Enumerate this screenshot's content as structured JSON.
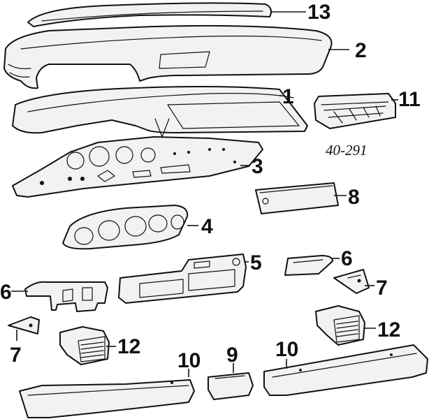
{
  "diagram": {
    "reference_code": "40-291",
    "callouts": [
      {
        "id": "c13",
        "label": "13"
      },
      {
        "id": "c2",
        "label": "2"
      },
      {
        "id": "c1",
        "label": "1"
      },
      {
        "id": "c11",
        "label": "11"
      },
      {
        "id": "c3",
        "label": "3"
      },
      {
        "id": "c8",
        "label": "8"
      },
      {
        "id": "c4",
        "label": "4"
      },
      {
        "id": "c5",
        "label": "5"
      },
      {
        "id": "c6a",
        "label": "6"
      },
      {
        "id": "c6b",
        "label": "6"
      },
      {
        "id": "c7a",
        "label": "7"
      },
      {
        "id": "c7b",
        "label": "7"
      },
      {
        "id": "c12a",
        "label": "12"
      },
      {
        "id": "c12b",
        "label": "12"
      },
      {
        "id": "c10a",
        "label": "10"
      },
      {
        "id": "c9",
        "label": "9"
      },
      {
        "id": "c10b",
        "label": "10"
      }
    ]
  }
}
